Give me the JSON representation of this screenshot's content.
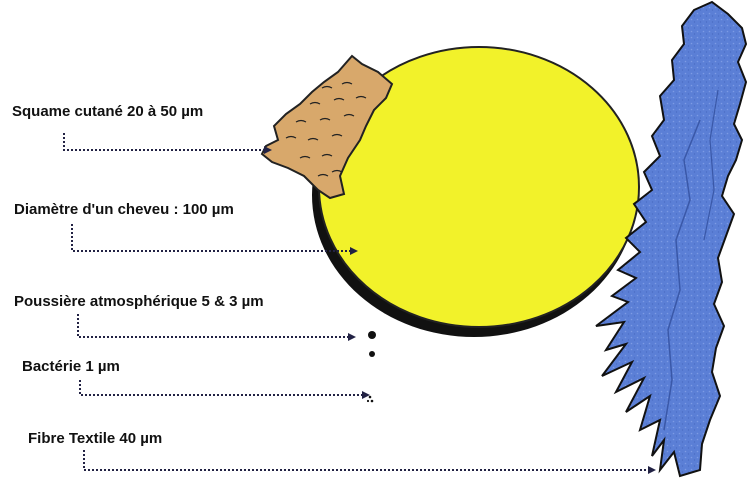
{
  "labels": [
    {
      "id": "squame",
      "text": "Squame cutané 20 à 50 µm"
    },
    {
      "id": "cheveu",
      "text": "Diamètre d'un cheveu : 100 µm"
    },
    {
      "id": "poussiere",
      "text": "Poussière atmosphérique 5 & 3 µm"
    },
    {
      "id": "bacterie",
      "text": "Bactérie  1 µm"
    },
    {
      "id": "fibre",
      "text": "Fibre Textile 40 µm"
    }
  ],
  "colors": {
    "hair": "#f2f22a",
    "hair_shadow": "#111111",
    "skin_flake": "#d8a86b",
    "fiber": "#5b7fd6",
    "leader": "#222244"
  }
}
